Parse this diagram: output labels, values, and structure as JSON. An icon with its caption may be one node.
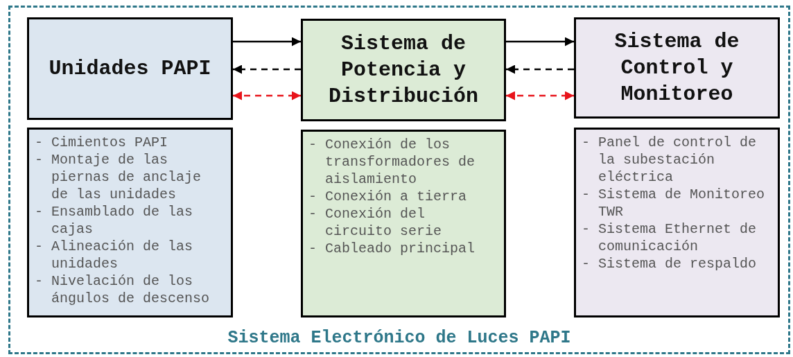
{
  "diagram": {
    "nodes": [
      {
        "text": [
          "Sistema Electrónico de Luces PAPI"
        ]
      },
      {
        "text": [
          "Unidades PAPI"
        ],
        "in": 0
      },
      {
        "text": [
          "Sistema de Potencia y Distribución"
        ],
        "in": 0
      },
      {
        "text": [
          "Sistema de Control y Monitoreo"
        ],
        "in": 0
      },
      {
        "text": [
          "- Cimientos PAPI",
          "- Montaje de las piernas de anclaje de las unidades",
          "- Ensamblado de las cajas",
          "- Alineación de las unidades",
          "- Nivelación de los ángulos de descenso"
        ],
        "in": 0
      },
      {
        "text": [
          "- Conexión de los transformadores de aislamiento",
          "- Conexión a tierra",
          "- Conexión del circuito serie",
          "- Cableado principal"
        ],
        "in": 0
      },
      {
        "text": [
          "- Panel de control de la subestación eléctrica",
          "- Sistema de Monitoreo TWR",
          "- Sistema Ethernet de comunicación",
          "- Sistema de respaldo"
        ],
        "in": 0
      }
    ],
    "edges": [
      {
        "from": 1,
        "to": 2,
        "arrow": "to"
      },
      {
        "from": 2,
        "to": 1,
        "arrow": "to",
        "style": "dashed"
      },
      {
        "from": 1,
        "to": 2,
        "arrow": "both",
        "style": "dashed",
        "color": "#e8141b"
      },
      {
        "from": 2,
        "to": 3,
        "arrow": "to"
      },
      {
        "from": 3,
        "to": 2,
        "arrow": "to",
        "style": "dashed"
      },
      {
        "from": 2,
        "to": 3,
        "arrow": "both",
        "style": "dashed",
        "color": "#e8141b"
      }
    ]
  }
}
